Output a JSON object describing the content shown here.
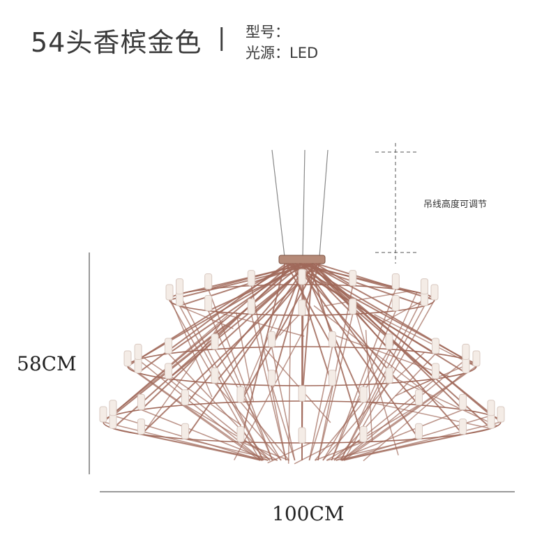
{
  "header": {
    "title": "54头香槟金色",
    "separator": "|",
    "model_label": "型号：",
    "light_source_label": "光源：LED"
  },
  "annotations": {
    "adjustable_note": "吊线高度可调节",
    "height": "58CM",
    "width": "100CM"
  },
  "colors": {
    "frame": "#a0695a",
    "light": "#f4ece6",
    "text": "#3a3a3a",
    "dimension_line": "#333333"
  }
}
